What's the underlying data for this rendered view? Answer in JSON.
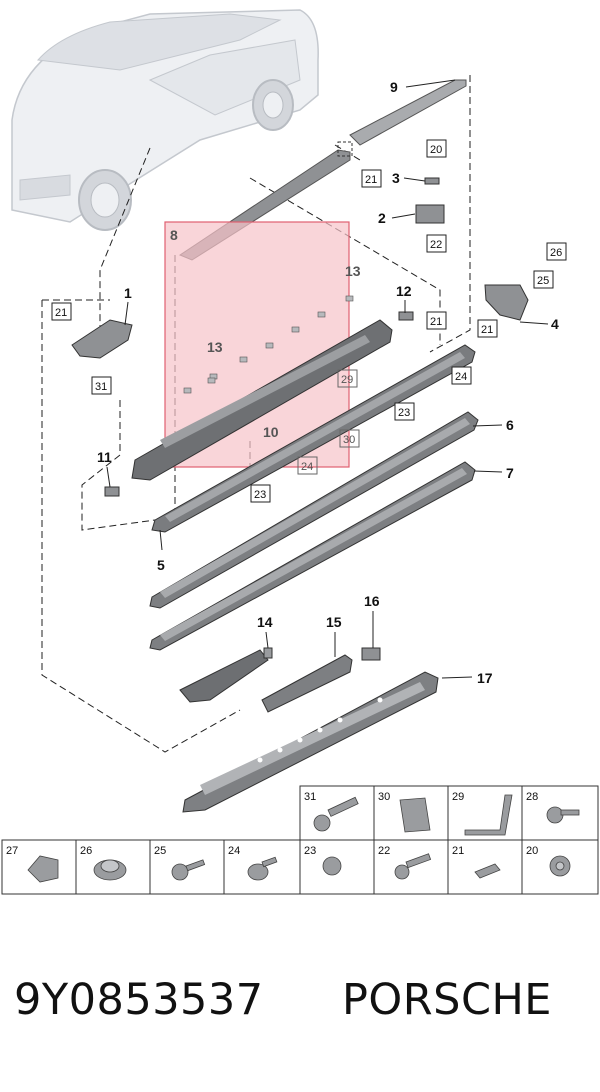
{
  "callouts": {
    "c1": "1",
    "c2": "2",
    "c3": "3",
    "c4": "4",
    "c5": "5",
    "c6": "6",
    "c7": "7",
    "c8": "8",
    "c9": "9",
    "c10": "10",
    "c11": "11",
    "c13a": "13",
    "c13b": "13",
    "c12": "12",
    "c14": "14",
    "c15": "15",
    "c16": "16",
    "c17": "17"
  },
  "boxed_callouts": {
    "b20": "20",
    "b21a": "21",
    "b22": "22",
    "b26": "26",
    "b25": "25",
    "b21b": "21",
    "b21c": "21",
    "b21d": "21",
    "b24a": "24",
    "b29": "29",
    "b23a": "23",
    "b30": "30",
    "b24b": "24",
    "b23b": "23",
    "b31": "31"
  },
  "hardware_table": {
    "top_row": [
      "31",
      "30",
      "29",
      "28"
    ],
    "bottom_row": [
      "27",
      "26",
      "25",
      "24",
      "23",
      "22",
      "21",
      "20"
    ]
  },
  "footer": {
    "part_number": "9Y0853537",
    "brand": "PORSCHE"
  },
  "colors": {
    "highlight_fill": "#f7c3c9",
    "highlight_stroke": "#e06070",
    "part_gray": "#8a8a8a"
  }
}
